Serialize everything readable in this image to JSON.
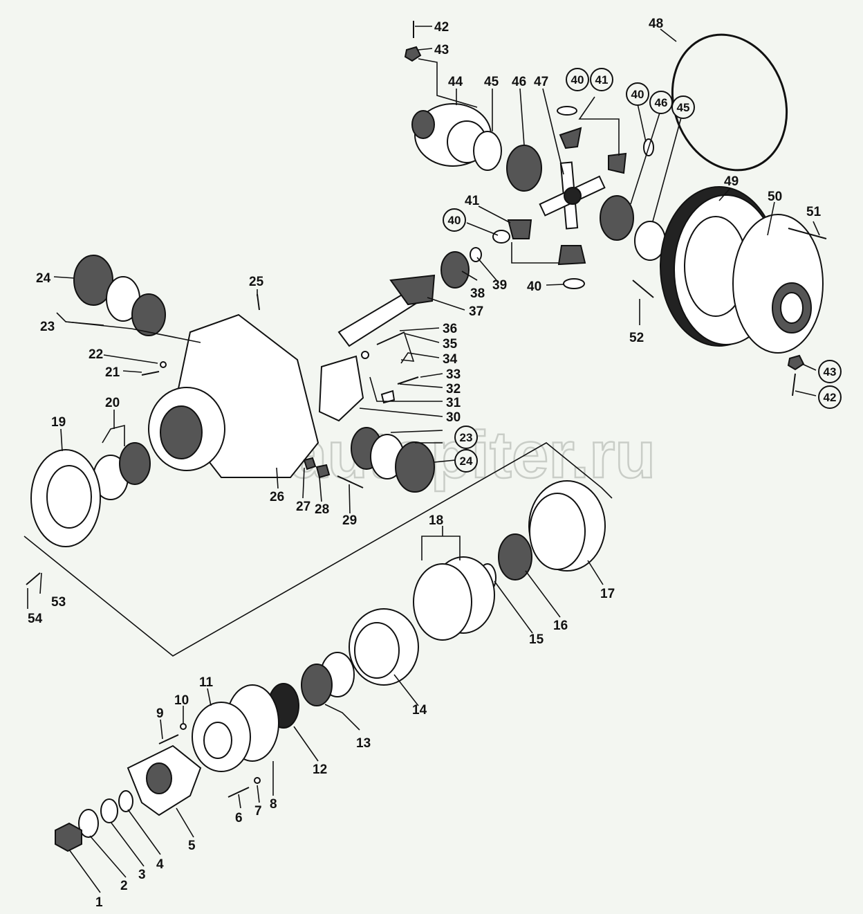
{
  "watermark": "autopiter.ru",
  "callouts": {
    "n1": "1",
    "n2": "2",
    "n3": "3",
    "n4": "4",
    "n5": "5",
    "n6": "6",
    "n7": "7",
    "n8": "8",
    "n9": "9",
    "n10": "10",
    "n11": "11",
    "n12": "12",
    "n13": "13",
    "n14": "14",
    "n15": "15",
    "n16": "16",
    "n17": "17",
    "n18": "18",
    "n19": "19",
    "n20": "20",
    "n21": "21",
    "n22": "22",
    "n23": "23",
    "n24": "24",
    "n25": "25",
    "n26": "26",
    "n27": "27",
    "n28": "28",
    "n29": "29",
    "n30": "30",
    "n31": "31",
    "n32": "32",
    "n33": "33",
    "n34": "34",
    "n35": "35",
    "n36": "36",
    "n37": "37",
    "n38": "38",
    "n39": "39",
    "n40": "40",
    "n41": "41",
    "n42": "42",
    "n43": "43",
    "n44": "44",
    "n45": "45",
    "n46": "46",
    "n47": "47",
    "n48": "48",
    "n49": "49",
    "n50": "50",
    "n51": "51",
    "n52": "52",
    "n53": "53",
    "n54": "54"
  }
}
